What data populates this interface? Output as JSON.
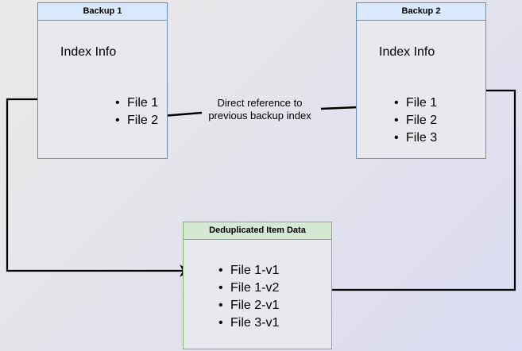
{
  "diagram": {
    "title_hidden": "",
    "background": {
      "gradient_from": "#eae8e8",
      "gradient_to": "#dbdbf3"
    },
    "colors": {
      "backup_border": "#6c8ebf",
      "backup_header_fill": "#dae8fc",
      "dedup_border": "#82b366",
      "dedup_header_fill": "#d5e8d4",
      "body_fill": "#e8e8ef",
      "connector": "#000000"
    },
    "nodes": {
      "backup1": {
        "header": "Backup 1",
        "section_label": "Index Info",
        "items": [
          "File 1",
          "File 2"
        ]
      },
      "backup2": {
        "header": "Backup 2",
        "section_label": "Index Info",
        "items": [
          "File 1",
          "File 2",
          "File 3"
        ]
      },
      "dedup": {
        "header": "Deduplicated Item Data",
        "items": [
          "File 1-v1",
          "File 1-v2",
          "File 2-v1",
          "File 3-v1"
        ]
      }
    },
    "annotations": {
      "direct_reference": {
        "line1": "Direct reference to",
        "line2": "previous backup index"
      }
    },
    "connectors": [
      {
        "name": "backup1-file1-to-dedup-file1v1",
        "from": "Backup 1 / File 1",
        "to": "Deduplicated Item Data / File 1-v1",
        "arrowhead": "end"
      },
      {
        "name": "backup2-file1-to-dedup-file1v2",
        "from": "Backup 2 / File 1",
        "to": "Deduplicated Item Data / File 1-v2",
        "arrowhead": "end"
      },
      {
        "name": "backup2-file2-to-backup1-file2",
        "from": "Backup 2 / File 2",
        "to": "Backup 1 / File 2",
        "arrowhead": "end",
        "label": "Direct reference to previous backup index"
      }
    ]
  }
}
